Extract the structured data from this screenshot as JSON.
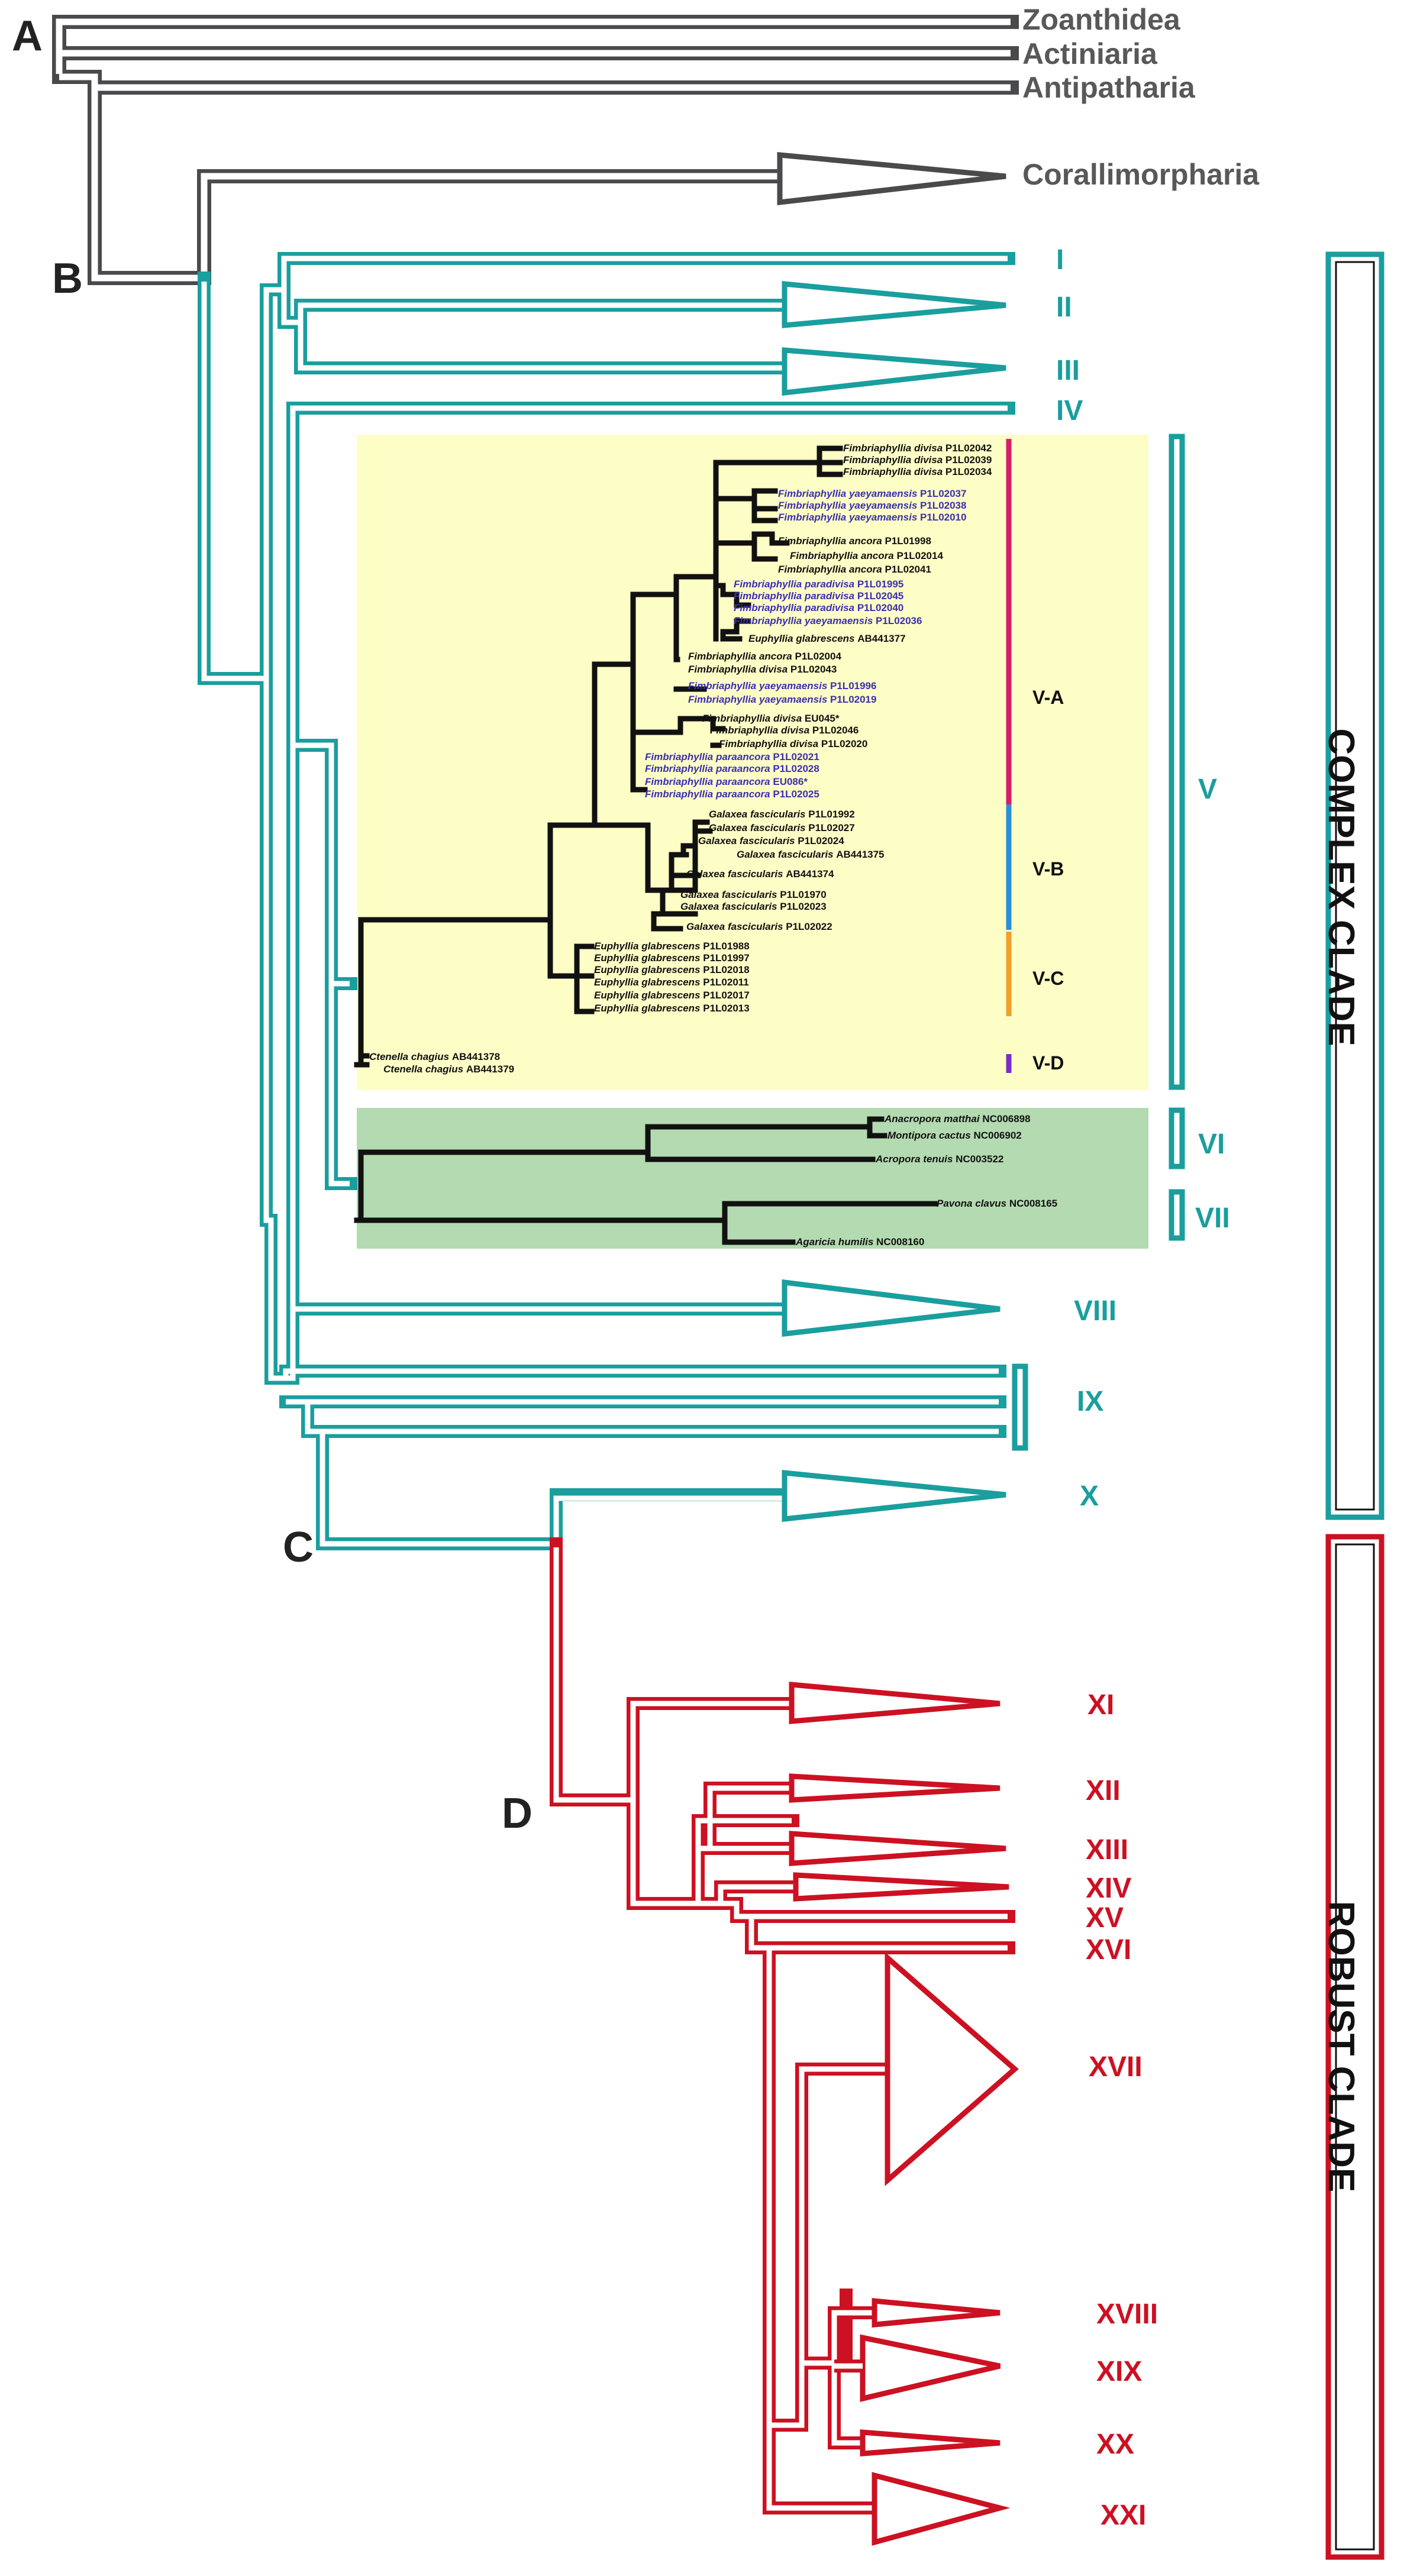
{
  "node_labels": [
    "A",
    "B",
    "C",
    "D"
  ],
  "outgroups": [
    "Zoanthidea",
    "Actiniaria",
    "Antipatharia",
    "Corallimorpharia"
  ],
  "complex_clades": [
    "I",
    "II",
    "III",
    "IV",
    "V",
    "VI",
    "VII",
    "VIII",
    "IX",
    "X"
  ],
  "robust_clades": [
    "XI",
    "XII",
    "XIII",
    "XIV",
    "XV",
    "XVI",
    "XVII",
    "XVIII",
    "XIX",
    "XX",
    "XXI"
  ],
  "subclades": [
    "V-A",
    "V-B",
    "V-C",
    "V-D"
  ],
  "big_clades": {
    "complex": "COMPLEX CLADE",
    "robust": "ROBUST CLADE"
  },
  "taxa_v": [
    {
      "genus": "Fimbriaphyllia divisa",
      "accn": "P1L02042",
      "highlight": false
    },
    {
      "genus": "Fimbriaphyllia divisa",
      "accn": "P1L02039",
      "highlight": false
    },
    {
      "genus": "Fimbriaphyllia divisa",
      "accn": "P1L02034",
      "highlight": false
    },
    {
      "genus": "Fimbriaphyllia yaeyamaensis",
      "accn": "P1L02037",
      "highlight": true
    },
    {
      "genus": "Fimbriaphyllia yaeyamaensis",
      "accn": "P1L02038",
      "highlight": true
    },
    {
      "genus": "Fimbriaphyllia yaeyamaensis",
      "accn": "P1L02010",
      "highlight": true
    },
    {
      "genus": "Fimbriaphyllia ancora",
      "accn": "P1L01998",
      "highlight": false
    },
    {
      "genus": "Fimbriaphyllia ancora",
      "accn": "P1L02014",
      "highlight": false
    },
    {
      "genus": "Fimbriaphyllia ancora",
      "accn": "P1L02041",
      "highlight": false
    },
    {
      "genus": "Fimbriaphyllia paradivisa",
      "accn": "P1L01995",
      "highlight": true
    },
    {
      "genus": "Fimbriaphyllia paradivisa",
      "accn": "P1L02045",
      "highlight": true
    },
    {
      "genus": "Fimbriaphyllia paradivisa",
      "accn": "P1L02040",
      "highlight": true
    },
    {
      "genus": "Fimbriaphyllia yaeyamaensis",
      "accn": "P1L02036",
      "highlight": true
    },
    {
      "genus": "Euphyllia glabrescens",
      "accn": "AB441377",
      "highlight": false
    },
    {
      "genus": "Fimbriaphyllia ancora",
      "accn": "P1L02004",
      "highlight": false
    },
    {
      "genus": "Fimbriaphyllia divisa",
      "accn": "P1L02043",
      "highlight": false
    },
    {
      "genus": "Fimbriaphyllia yaeyamaensis",
      "accn": "P1L01996",
      "highlight": true
    },
    {
      "genus": "Fimbriaphyllia yaeyamaensis",
      "accn": "P1L02019",
      "highlight": true
    },
    {
      "genus": "Fimbriaphyllia divisa",
      "accn": "EU045*",
      "highlight": false
    },
    {
      "genus": "Fimbriaphyllia divisa",
      "accn": "P1L02046",
      "highlight": false
    },
    {
      "genus": "Fimbriaphyllia divisa",
      "accn": "P1L02020",
      "highlight": false
    },
    {
      "genus": "Fimbriaphyllia paraancora",
      "accn": "P1L02021",
      "highlight": true
    },
    {
      "genus": "Fimbriaphyllia paraancora",
      "accn": "P1L02028",
      "highlight": true
    },
    {
      "genus": "Fimbriaphyllia paraancora",
      "accn": "EU086*",
      "highlight": true
    },
    {
      "genus": "Fimbriaphyllia paraancora",
      "accn": "P1L02025",
      "highlight": true
    },
    {
      "genus": "Galaxea fascicularis",
      "accn": "P1L01992",
      "highlight": false
    },
    {
      "genus": "Galaxea fascicularis",
      "accn": "P1L02027",
      "highlight": false
    },
    {
      "genus": "Galaxea fascicularis",
      "accn": "P1L02024",
      "highlight": false
    },
    {
      "genus": "Galaxea fascicularis",
      "accn": "AB441375",
      "highlight": false
    },
    {
      "genus": "Galaxea fascicularis",
      "accn": "AB441374",
      "highlight": false
    },
    {
      "genus": "Galaxea fascicularis",
      "accn": "P1L01970",
      "highlight": false
    },
    {
      "genus": "Galaxea fascicularis",
      "accn": "P1L02023",
      "highlight": false
    },
    {
      "genus": "Galaxea fascicularis",
      "accn": "P1L02022",
      "highlight": false
    },
    {
      "genus": "Euphyllia glabrescens",
      "accn": "P1L01988",
      "highlight": false
    },
    {
      "genus": "Euphyllia glabrescens",
      "accn": "P1L01997",
      "highlight": false
    },
    {
      "genus": "Euphyllia glabrescens",
      "accn": "P1L02018",
      "highlight": false
    },
    {
      "genus": "Euphyllia glabrescens",
      "accn": "P1L02011",
      "highlight": false
    },
    {
      "genus": "Euphyllia glabrescens",
      "accn": "P1L02017",
      "highlight": false
    },
    {
      "genus": "Euphyllia glabrescens",
      "accn": "P1L02013",
      "highlight": false
    },
    {
      "genus": "Ctenella chagius",
      "accn": "AB441378",
      "highlight": false
    },
    {
      "genus": "Ctenella chagius",
      "accn": "AB441379",
      "highlight": false
    }
  ],
  "taxa_vi_vii": [
    {
      "genus": "Anacropora matthai",
      "accn": "NC006898"
    },
    {
      "genus": "Montipora cactus",
      "accn": "NC006902"
    },
    {
      "genus": "Acropora tenuis",
      "accn": "NC003522"
    },
    {
      "genus": "Pavona clavus",
      "accn": "NC008165"
    },
    {
      "genus": "Agaricia humilis",
      "accn": "NC008160"
    }
  ],
  "colors": {
    "outgroup": "#4a4a4c",
    "outgroup_label": "#585858",
    "complex": "#1a9e9e",
    "robust": "#cc1122",
    "highlight_taxon": "#3a2fb0",
    "box_v": "#fdfdc6",
    "box_vi_vii": "#b3dab0",
    "bar_va": "#d61d6a",
    "bar_vb": "#2a8fd8",
    "bar_vc": "#f0a02c",
    "bar_vd": "#7a2cc8"
  }
}
